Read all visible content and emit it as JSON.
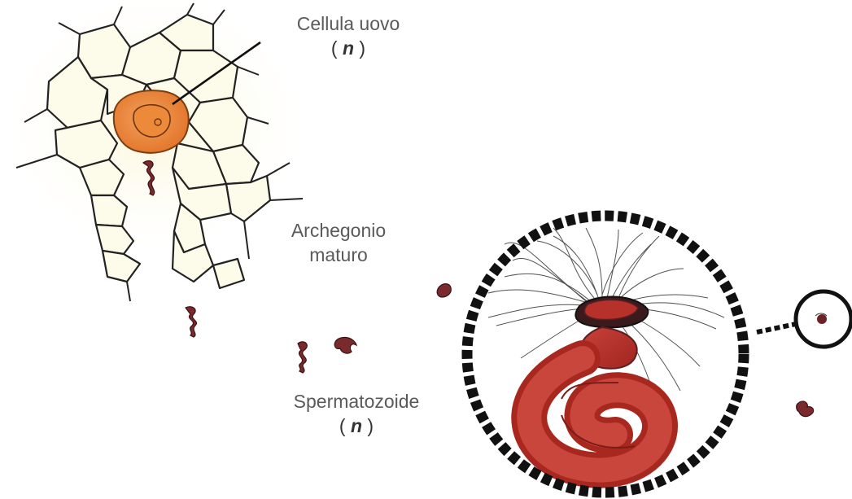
{
  "labels": {
    "egg_cell": {
      "line1": "Cellula uovo",
      "open": "(",
      "n": "n",
      "close": ")"
    },
    "archegonium": {
      "line1": "Archegonio",
      "line2": "maturo"
    },
    "sperm": {
      "line1": "Spermatozoide",
      "open": "(",
      "n": "n",
      "close": ")"
    }
  },
  "colors": {
    "cell_fill": "#fdfbe9",
    "cell_stroke": "#222222",
    "egg_fill": "#ee8a3c",
    "sperm_red": "#b5312a",
    "sperm_dark": "#5c1f23",
    "label_text": "#5a5a5a"
  }
}
